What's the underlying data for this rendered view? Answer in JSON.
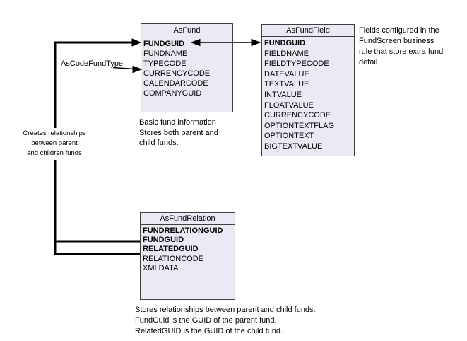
{
  "diagram": {
    "tables": [
      {
        "title": "AsFund",
        "rows": [
          {
            "label": "FUNDGUID",
            "bold": true
          },
          {
            "label": "FUNDNAME",
            "bold": false
          },
          {
            "label": "TYPECODE",
            "bold": false
          },
          {
            "label": "CURRENCYCODE",
            "bold": false
          },
          {
            "label": "CALENDARCODE",
            "bold": false
          },
          {
            "label": "COMPANYGUID",
            "bold": false
          }
        ],
        "caption": "Basic fund information\nStores both parent and\nchild funds."
      },
      {
        "title": "AsFundField",
        "rows": [
          {
            "label": "FUNDGUID",
            "bold": true
          },
          {
            "label": "FIELDNAME",
            "bold": false
          },
          {
            "label": "FIELDTYPECODE",
            "bold": false
          },
          {
            "label": "DATEVALUE",
            "bold": false
          },
          {
            "label": "TEXTVALUE",
            "bold": false
          },
          {
            "label": "INTVALUE",
            "bold": false
          },
          {
            "label": "FLOATVALUE",
            "bold": false
          },
          {
            "label": "CURRENCYCODE",
            "bold": false
          },
          {
            "label": "OPTIONTEXTFLAG",
            "bold": false
          },
          {
            "label": "OPTIONTEXT",
            "bold": false
          },
          {
            "label": "BIGTEXTVALUE",
            "bold": false
          }
        ],
        "caption": "Fields configured in the\nFundScreen business\nrule that store extra fund\ndetail"
      },
      {
        "title": "AsFundRelation",
        "rows": [
          {
            "label": "FUNDRELATIONGUID",
            "bold": true
          },
          {
            "label": "FUNDGUID",
            "bold": true
          },
          {
            "label": "RELATEDGUID",
            "bold": true
          },
          {
            "label": "RELATIONCODE",
            "bold": false
          },
          {
            "label": "XMLDATA",
            "bold": false
          }
        ],
        "caption": "Stores relationships between parent and child funds.\nFundGuid is the GUID of the parent fund.\nRelatedGUID is the GUID of the child fund."
      }
    ],
    "labels": {
      "as_code_fund_type": "AsCodeFundType",
      "creates_relationships": "Creates relationships\nbetween parent\nand children funds"
    },
    "colors": {
      "table_fill": "#e9eaf3",
      "table_border": "#3f3f3f",
      "line": "#000000"
    }
  }
}
